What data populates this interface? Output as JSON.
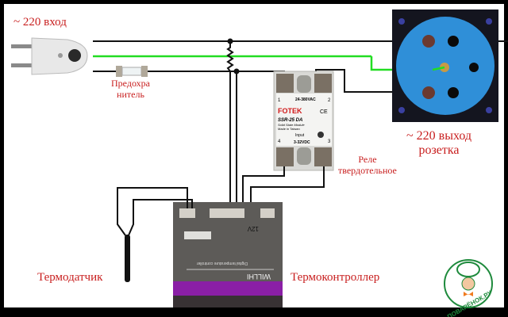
{
  "diagram": {
    "title": "Схема подключения терморегулятора",
    "labels": {
      "input": "~ 220 вход",
      "fuse_line1": "Предохра",
      "fuse_line2": "нитель",
      "output_line1": "~ 220 выход",
      "output_line2": "розетка",
      "relay_line1": "Реле",
      "relay_line2": "твердотельное",
      "sensor": "Термодатчик",
      "controller": "Термоконтроллер"
    },
    "components": {
      "plug": "power-plug",
      "fuse": "glass-fuse",
      "socket": "schuko-socket",
      "relay": {
        "brand": "FOTEK",
        "model": "SSR-25 DA",
        "subtitle": "Solid State Module",
        "origin": "Made in Taiwan",
        "load_voltage": "24-380VAC",
        "input_label": "Input",
        "control_voltage": "3-32VDC",
        "terminal_1": "1",
        "terminal_2": "2",
        "terminal_3": "3",
        "terminal_4": "4",
        "ce_mark": "CE"
      },
      "controller": {
        "brand": "WILLHI",
        "subtitle": "Digital temperature controller",
        "voltage_mark": "12V"
      }
    },
    "wire_colors": {
      "phase": "#111111",
      "ground": "#22dd22",
      "neutral": "#111111"
    },
    "logo": {
      "text": "ПОВАРЁНОК.РУ",
      "color": "#1e8a3c"
    }
  }
}
